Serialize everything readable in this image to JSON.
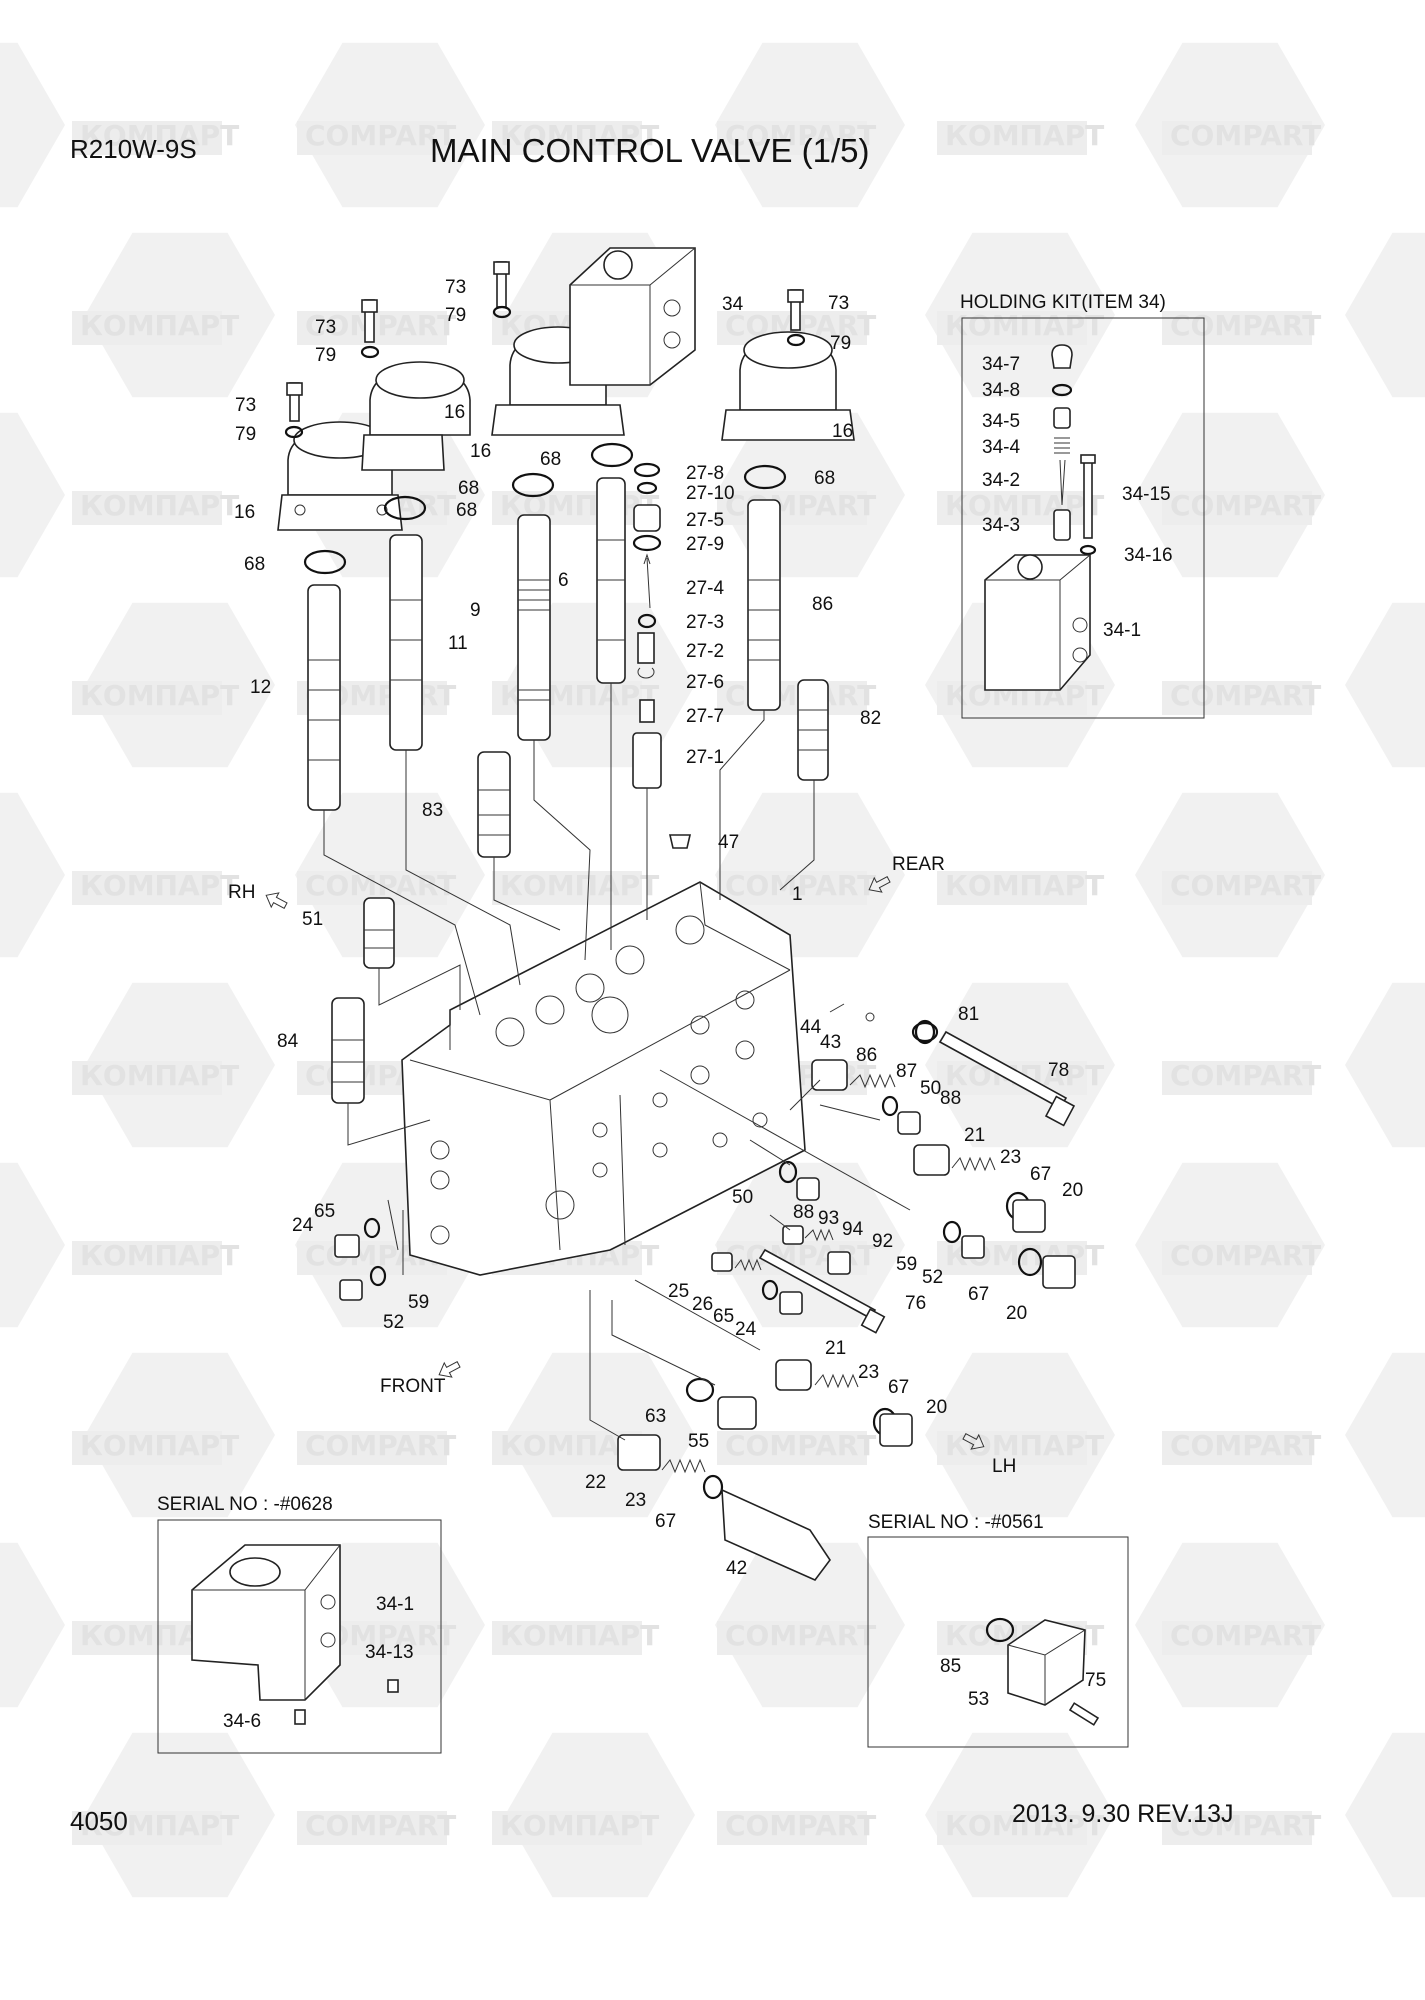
{
  "header": {
    "model": "R210W-9S",
    "title": "MAIN CONTROL VALVE (1/5)"
  },
  "footer": {
    "page_number": "4050",
    "date_rev": "2013. 9.30  REV.13J"
  },
  "watermark": {
    "text_a": "КОМПАРТ",
    "text_b": "COMPART"
  },
  "insets": {
    "holding_kit": "HOLDING KIT(ITEM 34)",
    "serial_left": "SERIAL NO : -#0628",
    "serial_right": "SERIAL NO : -#0561"
  },
  "directions": {
    "rh": "RH",
    "rear": "REAR",
    "front": "FRONT",
    "lh": "LH"
  },
  "callouts": [
    {
      "id": "c73a",
      "text": "73"
    },
    {
      "id": "c79a",
      "text": "79"
    },
    {
      "id": "c34",
      "text": "34"
    },
    {
      "id": "c73b",
      "text": "73"
    },
    {
      "id": "c79b",
      "text": "79"
    },
    {
      "id": "c73c",
      "text": "73"
    },
    {
      "id": "c79c",
      "text": "79"
    },
    {
      "id": "c73d",
      "text": "73"
    },
    {
      "id": "c79d",
      "text": "79"
    },
    {
      "id": "c16a",
      "text": "16"
    },
    {
      "id": "c16b",
      "text": "16"
    },
    {
      "id": "c16c",
      "text": "16"
    },
    {
      "id": "c16d",
      "text": "16"
    },
    {
      "id": "c68a",
      "text": "68"
    },
    {
      "id": "c68b",
      "text": "68"
    },
    {
      "id": "c68c",
      "text": "68"
    },
    {
      "id": "c68d",
      "text": "68"
    },
    {
      "id": "c68e",
      "text": "68"
    },
    {
      "id": "c27_8",
      "text": "27-8"
    },
    {
      "id": "c27_10",
      "text": "27-10"
    },
    {
      "id": "c27_5",
      "text": "27-5"
    },
    {
      "id": "c27_9",
      "text": "27-9"
    },
    {
      "id": "c27_4",
      "text": "27-4"
    },
    {
      "id": "c27_3",
      "text": "27-3"
    },
    {
      "id": "c27_2",
      "text": "27-2"
    },
    {
      "id": "c27_6",
      "text": "27-6"
    },
    {
      "id": "c27_7",
      "text": "27-7"
    },
    {
      "id": "c27_1",
      "text": "27-1"
    },
    {
      "id": "c9",
      "text": "9"
    },
    {
      "id": "c6",
      "text": "6"
    },
    {
      "id": "c11",
      "text": "11"
    },
    {
      "id": "c12",
      "text": "12"
    },
    {
      "id": "c86a",
      "text": "86"
    },
    {
      "id": "c82",
      "text": "82"
    },
    {
      "id": "c83",
      "text": "83"
    },
    {
      "id": "c47",
      "text": "47"
    },
    {
      "id": "c1",
      "text": "1"
    },
    {
      "id": "c51",
      "text": "51"
    },
    {
      "id": "c84",
      "text": "84"
    },
    {
      "id": "c81",
      "text": "81"
    },
    {
      "id": "c78",
      "text": "78"
    },
    {
      "id": "c44",
      "text": "44"
    },
    {
      "id": "c43",
      "text": "43"
    },
    {
      "id": "c86b",
      "text": "86"
    },
    {
      "id": "c87",
      "text": "87"
    },
    {
      "id": "c50a",
      "text": "50"
    },
    {
      "id": "c88a",
      "text": "88"
    },
    {
      "id": "c21a",
      "text": "21"
    },
    {
      "id": "c23a",
      "text": "23"
    },
    {
      "id": "c67a",
      "text": "67"
    },
    {
      "id": "c20a",
      "text": "20"
    },
    {
      "id": "c50b",
      "text": "50"
    },
    {
      "id": "c88b",
      "text": "88"
    },
    {
      "id": "c93",
      "text": "93"
    },
    {
      "id": "c94",
      "text": "94"
    },
    {
      "id": "c92",
      "text": "92"
    },
    {
      "id": "c59a",
      "text": "59"
    },
    {
      "id": "c52a",
      "text": "52"
    },
    {
      "id": "c67b",
      "text": "67"
    },
    {
      "id": "c20b",
      "text": "20"
    },
    {
      "id": "c65a",
      "text": "65"
    },
    {
      "id": "c24a",
      "text": "24"
    },
    {
      "id": "c59b",
      "text": "59"
    },
    {
      "id": "c52b",
      "text": "52"
    },
    {
      "id": "c25",
      "text": "25"
    },
    {
      "id": "c26",
      "text": "26"
    },
    {
      "id": "c65b",
      "text": "65"
    },
    {
      "id": "c24b",
      "text": "24"
    },
    {
      "id": "c76",
      "text": "76"
    },
    {
      "id": "c21b",
      "text": "21"
    },
    {
      "id": "c23b",
      "text": "23"
    },
    {
      "id": "c67c",
      "text": "67"
    },
    {
      "id": "c20c",
      "text": "20"
    },
    {
      "id": "c63",
      "text": "63"
    },
    {
      "id": "c55",
      "text": "55"
    },
    {
      "id": "c22",
      "text": "22"
    },
    {
      "id": "c23c",
      "text": "23"
    },
    {
      "id": "c67d",
      "text": "67"
    },
    {
      "id": "c42",
      "text": "42"
    },
    {
      "id": "k34_7",
      "text": "34-7"
    },
    {
      "id": "k34_8",
      "text": "34-8"
    },
    {
      "id": "k34_5",
      "text": "34-5"
    },
    {
      "id": "k34_4",
      "text": "34-4"
    },
    {
      "id": "k34_2",
      "text": "34-2"
    },
    {
      "id": "k34_15",
      "text": "34-15"
    },
    {
      "id": "k34_3",
      "text": "34-3"
    },
    {
      "id": "k34_16",
      "text": "34-16"
    },
    {
      "id": "k34_1",
      "text": "34-1"
    },
    {
      "id": "s34_1",
      "text": "34-1"
    },
    {
      "id": "s34_13",
      "text": "34-13"
    },
    {
      "id": "s34_6",
      "text": "34-6"
    },
    {
      "id": "s85",
      "text": "85"
    },
    {
      "id": "s53",
      "text": "53"
    },
    {
      "id": "s75",
      "text": "75"
    }
  ]
}
